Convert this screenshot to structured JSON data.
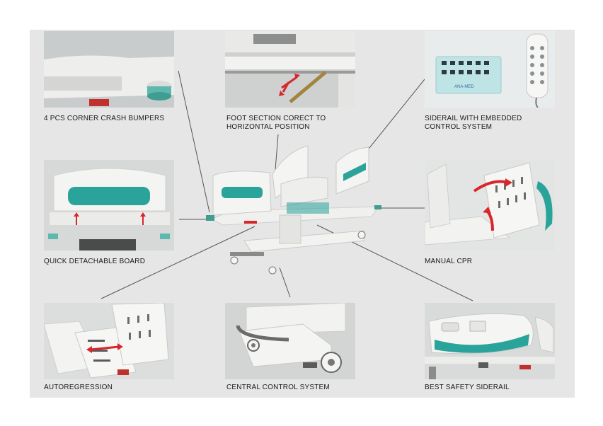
{
  "labels": {
    "corner_bumpers": "4 PCS CORNER CRASH BUMPERS",
    "foot_section_line1": "FOOT SECTION CORECT TO",
    "foot_section_line2": "HORIZONTAL POSITION",
    "siderail_control_line1": "SIDERAIL WITH EMBEDDED",
    "siderail_control_line2": "CONTROL SYSTEM",
    "quick_board": "QUICK DETACHABLE BOARD",
    "manual_cpr": "MANUAL CPR",
    "autoregression": "AUTOREGRESSION",
    "central_control": "CENTRAL CONTROL SYSTEM",
    "best_siderail": "BEST SAFETY SIDERAIL"
  },
  "keypad_brand": "ANA-MED",
  "colors": {
    "background": "#e6e6e6",
    "teal_accent": "#2aa39a",
    "bed_white": "#f4f4f2",
    "arrow_red": "#d9262b",
    "leader_line": "#555555"
  }
}
